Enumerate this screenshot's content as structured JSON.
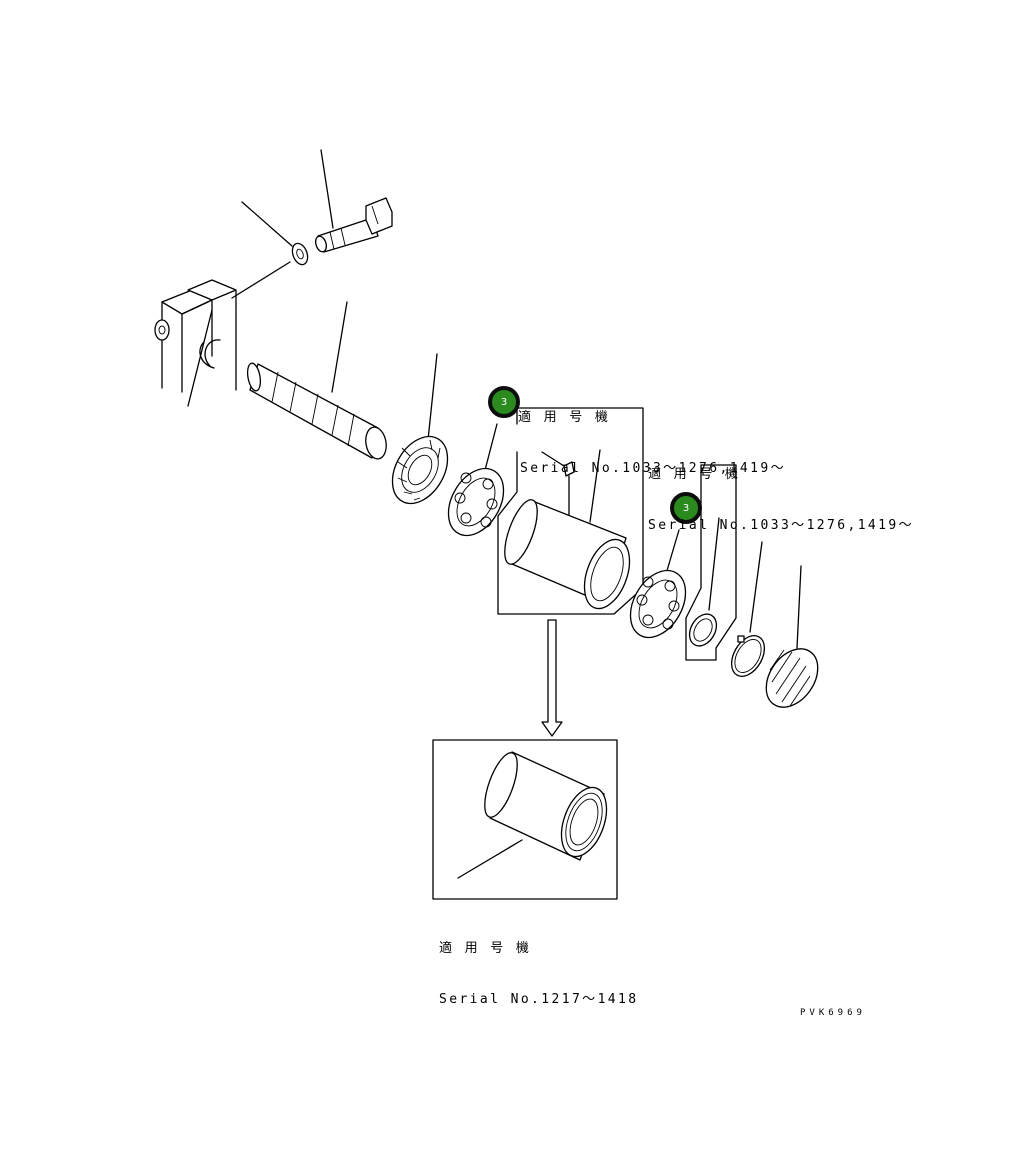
{
  "callouts": [
    {
      "number": "3",
      "color": "#2a8a1e"
    },
    {
      "number": "3",
      "color": "#2a8a1e"
    }
  ],
  "serial_labels": [
    {
      "heading": "適 用 号 機",
      "serial": "Serial No.1033～1276,1419～"
    },
    {
      "heading": "適 用 号 機",
      "serial": "Serial No.1033～1276,1419～"
    },
    {
      "heading": "適 用 号 機",
      "serial": "Serial No.1217～1418"
    }
  ],
  "drawing_code": "PVK6969"
}
